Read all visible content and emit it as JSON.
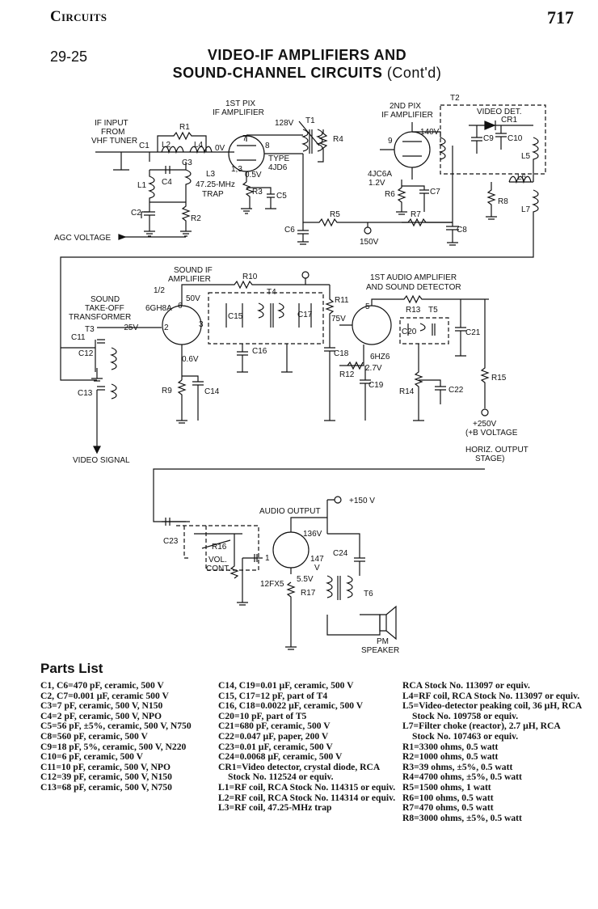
{
  "header": {
    "section": "Circuits",
    "page_number": "717"
  },
  "section_number": "29-25",
  "title": {
    "line1": "VIDEO-IF AMPLIFIERS AND",
    "line2": "SOUND-CHANNEL CIRCUITS",
    "cont": "(Cont'd)"
  },
  "schematic": {
    "labels": [
      "IF INPUT",
      "FROM",
      "VHF TUNER",
      "C1",
      "R1",
      "L2",
      "L4",
      "C3",
      "C4",
      "L1",
      "L3",
      "47.25-MHz",
      "TRAP",
      "C2",
      "R2",
      "AGC VOLTAGE",
      "1ST PIX",
      "IF AMPLIFIER",
      "128V",
      "T1",
      "R4",
      "0V",
      "7",
      "8",
      "1,3",
      "0.5V",
      "TYPE",
      "4JD6",
      "R3",
      "C5",
      "R5",
      "C6",
      "150V",
      "2ND PIX",
      "IF AMPLIFIER",
      "T2",
      "VIDEO DET.",
      "CR1",
      "140V",
      "C9",
      "C10",
      "L5",
      "9",
      "4JC6A",
      "1.2V",
      "R6",
      "C7",
      "R7",
      "C8",
      "L6",
      "R8",
      "L7",
      "SOUND IF",
      "AMPLIFIER",
      "R10",
      "1/2",
      "6GH8A",
      "50V",
      "T4",
      "C15",
      "C17",
      "R11",
      "1ST AUDIO AMPLIFIER",
      "AND SOUND DETECTOR",
      "SOUND",
      "TAKE-OFF",
      "TRANSFORMER",
      "T3",
      "C11",
      "C12",
      "-25V",
      "3",
      "2",
      "6",
      "0.6V",
      "R9",
      "C14",
      "C16",
      "75V",
      "5",
      "R13",
      "T5",
      "C20",
      "C21",
      "C18",
      "6HZ6",
      "2.7V",
      "R12",
      "C19",
      "R14",
      "C22",
      "R15",
      "C13",
      "+250V",
      "(+B VOLTAGE",
      "HORIZ. OUTPUT",
      "STAGE)",
      "VIDEO SIGNAL",
      "+150 V",
      "AUDIO OUTPUT",
      "C23",
      "R16",
      "VOL.",
      "CONT.",
      "136V",
      "1",
      "C24",
      "147",
      "V",
      "12FX5",
      "5.5V",
      "R17",
      "T6",
      "PM",
      "SPEAKER"
    ]
  },
  "parts_list": {
    "heading": "Parts List",
    "col1": [
      "C1, C6=470 pF, ceramic, 500 V",
      "C2, C7=0.001 µF, ceramic 500 V",
      "C3=7 pF, ceramic, 500 V, N150",
      "C4=2 pF, ceramic, 500 V, NPO",
      "C5=56 pF, ±5%, ceramic, 500 V, N750",
      "C8=560 pF, ceramic, 500 V",
      "C9=18 pF, 5%, ceramic, 500 V, N220",
      "C10=6 pF, ceramic, 500 V",
      "C11=10 pF, ceramic, 500 V, NPO",
      "C12=39 pF, ceramic, 500 V, N150",
      "C13=68 pF, ceramic, 500 V, N750"
    ],
    "col2": [
      "C14, C19=0.01 µF, ceramic, 500 V",
      "C15, C17=12 pF, part of T4",
      "C16, C18=0.0022 µF, ceramic, 500 V",
      "C20=10 pF, part of T5",
      "C21=680 pF, ceramic, 500 V",
      "C22=0.047 µF, paper, 200 V",
      "C23=0.01 µF, ceramic, 500 V",
      "C24=0.0068 µF, ceramic, 500 V",
      "CR1=Video detector, crystal diode, RCA Stock No. 112524 or equiv.",
      "L1=RF coil, RCA Stock No. 114315 or equiv.",
      "L2=RF coil, RCA Stock No. 114314 or equiv.",
      "L3=RF coil, 47.25-MHz trap"
    ],
    "col3": [
      "RCA Stock No. 113097 or equiv.",
      "L4=RF coil, RCA Stock No. 113097 or equiv.",
      "L5=Video-detector peaking coil, 36 µH, RCA Stock No. 109758 or equiv.",
      "L7=Filter choke (reactor), 2.7 µH, RCA Stock No. 107463 or equiv.",
      "R1=3300 ohms, 0.5 watt",
      "R2=1000 ohms, 0.5 watt",
      "R3=39 ohms, ±5%, 0.5 watt",
      "R4=4700 ohms, ±5%, 0.5 watt",
      "R5=1500 ohms, 1 watt",
      "R6=100 ohms, 0.5 watt",
      "R7=470 ohms, 0.5 watt",
      "R8=3000 ohms, ±5%, 0.5 watt"
    ]
  }
}
